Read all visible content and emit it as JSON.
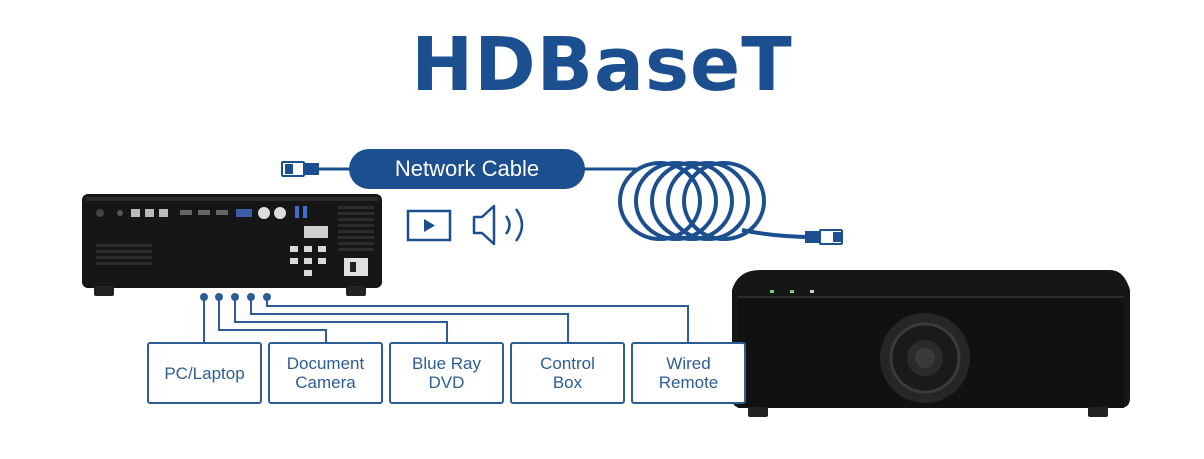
{
  "title": "HDBaseT",
  "cable_label": "Network Cable",
  "sources": [
    {
      "label": "PC/Laptop"
    },
    {
      "label": "Document\nCamera"
    },
    {
      "label": "Blue Ray\nDVD"
    },
    {
      "label": "Control\nBox"
    },
    {
      "label": "Wired\nRemote"
    }
  ],
  "media_icons": [
    "play-icon",
    "speaker-icon"
  ],
  "colors": {
    "brand": "#1b4f8f",
    "line": "#2e5d94",
    "device": "#161616"
  }
}
